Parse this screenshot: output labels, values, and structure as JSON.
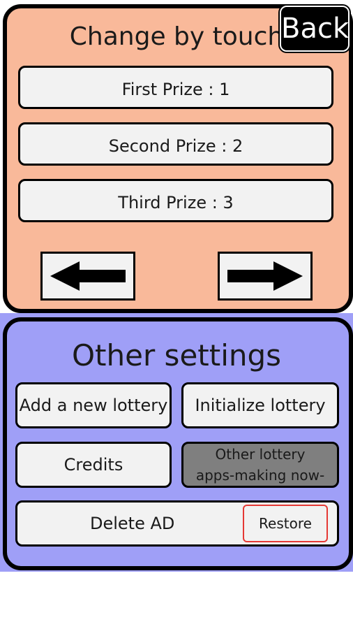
{
  "top_panel": {
    "title": "Change by touch",
    "back_label": "Back",
    "prizes": [
      {
        "label": "First Prize : 1"
      },
      {
        "label": "Second Prize : 2"
      },
      {
        "label": "Third Prize : 3"
      }
    ],
    "left_arrow_icon": "arrow-left-icon",
    "right_arrow_icon": "arrow-right-icon"
  },
  "bottom_panel": {
    "title": "Other settings",
    "buttons": {
      "add_lottery": "Add a new lottery",
      "initialize_lottery": "Initialize lottery",
      "credits": "Credits",
      "other_apps_line1": "Other lottery",
      "other_apps_line2": "apps-making now-",
      "delete_ad": "Delete AD",
      "restore": "Restore"
    }
  },
  "colors": {
    "top_bg": "#f9b99a",
    "bottom_bg": "#9f9ff7",
    "button_bg": "#f2f2f2",
    "disabled_bg": "#7f7f7f",
    "restore_border": "#e53935"
  }
}
